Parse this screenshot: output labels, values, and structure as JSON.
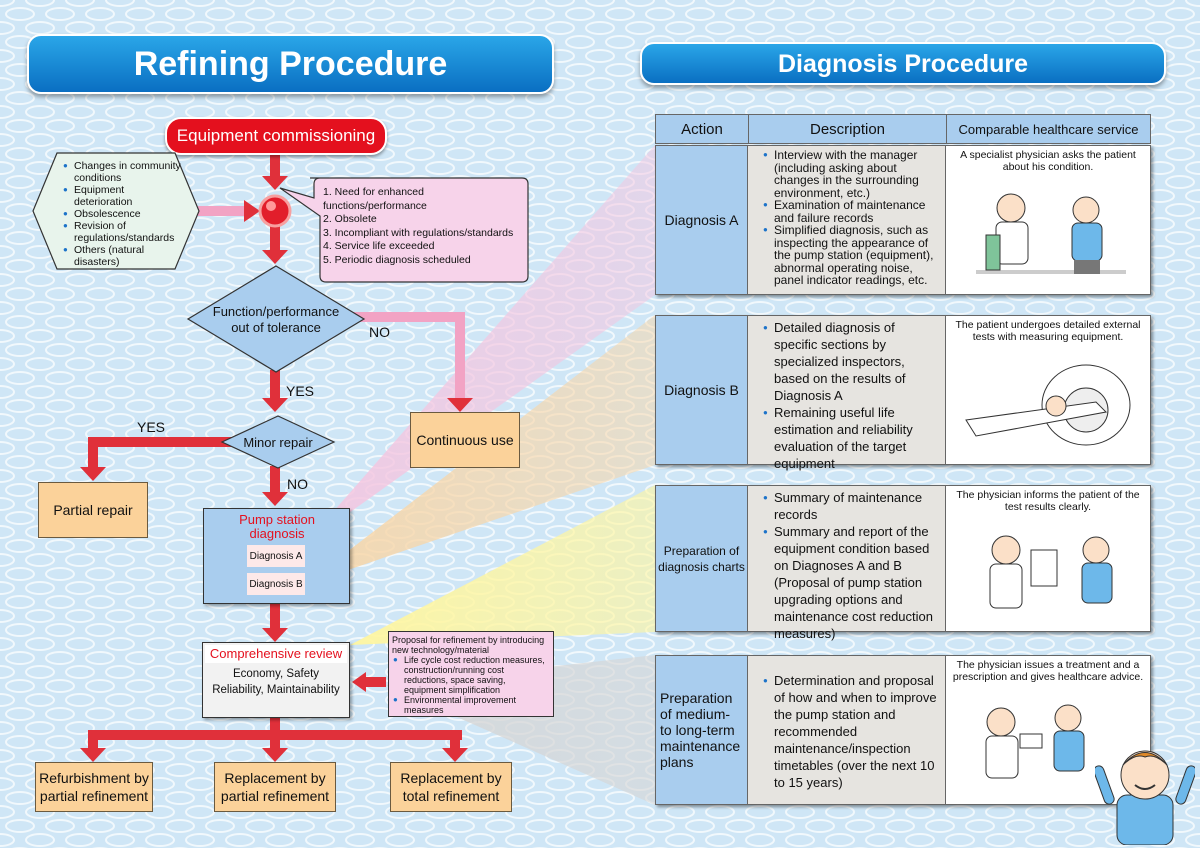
{
  "titles": {
    "refining": "Refining Procedure",
    "diagnosis": "Diagnosis Procedure"
  },
  "flow": {
    "start": "Equipment commissioning",
    "conditions": [
      "Changes in community conditions",
      "Equipment deterioration",
      "Obsolescence",
      "Revision of regulations/standards",
      "Others (natural disasters)"
    ],
    "reasons": [
      "1. Need for enhanced functions/performance",
      "2. Obsolete",
      "3. Incompliant with regulations/standards",
      "4. Service life exceeded",
      "5. Periodic diagnosis scheduled"
    ],
    "decision1": "Function/performance out of tolerance",
    "no_label": "NO",
    "yes_label": "YES",
    "continuous": "Continuous use",
    "decision2": "Minor repair",
    "yes2": "YES",
    "no2": "NO",
    "partial_repair": "Partial repair",
    "pump_diag_title": "Pump station diagnosis",
    "diag_a": "Diagnosis A",
    "diag_b": "Diagnosis B",
    "review_title": "Comprehensive review",
    "review_line1": "Economy, Safety",
    "review_line2": "Reliability, Maintainability",
    "proposal_title": "Proposal for refinement by introducing new technology/material",
    "proposal_items": [
      "Life cycle cost reduction measures, construction/running cost reductions, space saving, equipment simplification",
      "Environmental improvement measures"
    ],
    "outcomes": [
      "Refurbishment by partial refinement",
      "Replacement by partial refinement",
      "Replacement by total refinement"
    ]
  },
  "table": {
    "headers": [
      "Action",
      "Description",
      "Comparable healthcare service"
    ],
    "rows": [
      {
        "action": "Diagnosis A",
        "description": [
          "Interview with the manager (including asking about changes in the surrounding environment, etc.)",
          "Examination of maintenance and failure records",
          "Simplified diagnosis, such as inspecting the appearance of the pump station (equipment), abnormal operating noise, panel indicator readings, etc."
        ],
        "healthcare": "A specialist physician asks the patient about his condition."
      },
      {
        "action": "Diagnosis B",
        "description": [
          "Detailed diagnosis of specific sections by specialized inspectors, based on the results of Diagnosis A",
          "Remaining useful life estimation and reliability evaluation of the target equipment"
        ],
        "healthcare": "The patient undergoes detailed external tests with measuring equipment."
      },
      {
        "action": "Preparation of diagnosis charts",
        "description": [
          "Summary of maintenance records",
          "Summary and report of the equipment condition based on Diagnoses A and B (Proposal of pump station upgrading options and maintenance cost reduction measures)"
        ],
        "healthcare": "The physician informs the patient of the test results clearly."
      },
      {
        "action": "Preparation of medium- to long-term maintenance plans",
        "description": [
          "Determination and proposal of how and when to improve the pump station and recommended maintenance/inspection timetables (over the next 10 to 15 years)"
        ],
        "healthcare": "The physician issues a treatment and a prescription and gives healthcare advice."
      }
    ]
  },
  "colors": {
    "banner": "#1b8ad8",
    "start_box": "#e4101e",
    "orange_box": "#fbd29a",
    "blue_box": "#a9cdee",
    "arrow": "#e0303a"
  }
}
